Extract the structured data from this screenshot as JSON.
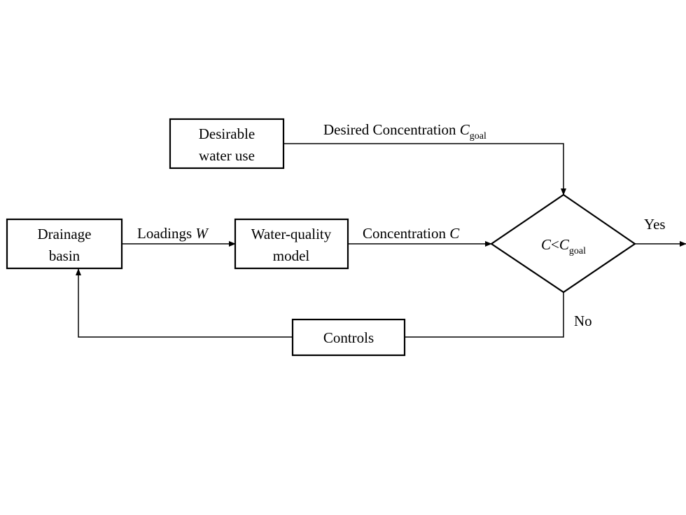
{
  "nodes": {
    "desirable_use": {
      "line1": "Desirable",
      "line2": "water use"
    },
    "drainage_basin": {
      "line1": "Drainage",
      "line2": "basin"
    },
    "wq_model": {
      "line1": "Water-quality",
      "line2": "model"
    },
    "controls": {
      "label": "Controls"
    },
    "decision": {
      "var": "C",
      "op": "<",
      "goal_var": "C",
      "goal_sub": "goal"
    }
  },
  "edges": {
    "desired_concentration": {
      "text": "Desired Concentration ",
      "var": "C",
      "sub": "goal"
    },
    "loadings": {
      "text": "Loadings ",
      "var": "W"
    },
    "concentration": {
      "text": "Concentration ",
      "var": "C"
    },
    "yes": {
      "label": "Yes"
    },
    "no": {
      "label": "No"
    }
  }
}
